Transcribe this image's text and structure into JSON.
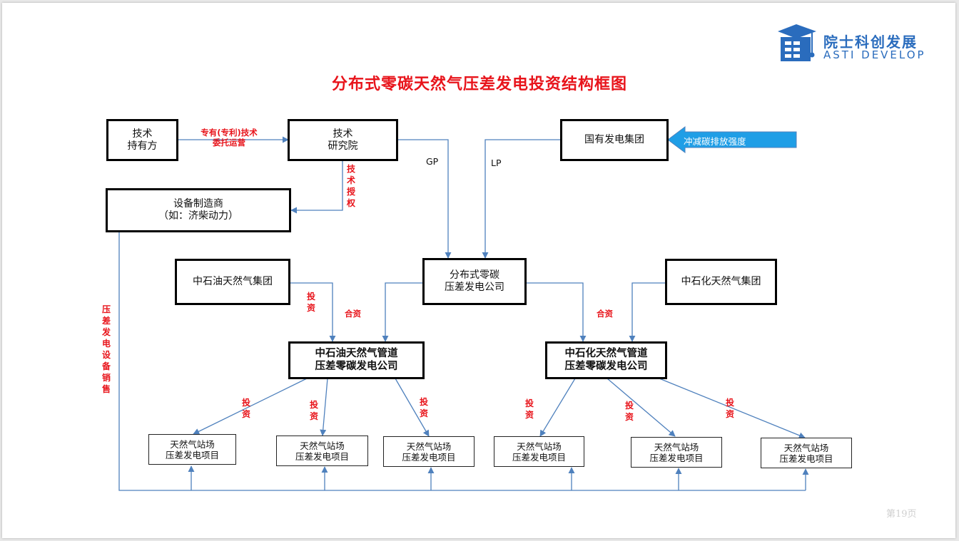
{
  "title": "分布式零碳天然气压差发电投资结构框图",
  "logo": {
    "name_cn": "院士科创发展",
    "name_en": "ASTI DEVELOP",
    "icon": "graduation-cap-building-icon"
  },
  "page_number": "第19页",
  "nodes": {
    "tech_holder": [
      "技术",
      "持有方"
    ],
    "tech_institute": [
      "技术",
      "研究院"
    ],
    "state_power_group": "国有发电集团",
    "equipment_maker": [
      "设备制造商",
      "（如：济柴动力）"
    ],
    "distributed_company": [
      "分布式零碳",
      "压差发电公司"
    ],
    "cnpc_group": "中石油天然气集团",
    "sinopec_group": "中石化天然气集团",
    "cnpc_pipeline_company": [
      "中石油天然气管道",
      "压差零碳发电公司"
    ],
    "sinopec_pipeline_company": [
      "中石化天然气管道",
      "压差零碳发电公司"
    ],
    "projects": [
      [
        "天然气站场",
        "压差发电项目"
      ],
      [
        "天然气站场",
        "压差发电项目"
      ],
      [
        "天然气站场",
        "压差发电项目"
      ],
      [
        "天然气站场",
        "压差发电项目"
      ],
      [
        "天然气站场",
        "压差发电项目"
      ],
      [
        "天然气站场",
        "压差发电项目"
      ]
    ]
  },
  "edge_labels": {
    "tech_entrust": [
      "专有(专利)技术",
      "委托运营"
    ],
    "tech_license": "技术授权",
    "gp": "GP",
    "lp": "LP",
    "invest": "投资",
    "jv_left": "合资",
    "jv_right": "合资",
    "equipment_sales": "压差发电设备销售",
    "project_invest": [
      "投资",
      "投资",
      "投资",
      "投资",
      "投资",
      "投资"
    ],
    "carbon_offset": "冲减碳排放强度"
  },
  "colors": {
    "title": "#e8141b",
    "red_label": "#e8141b",
    "line": "#4f81bd",
    "callout_arrow": "#1f9ee6",
    "logo": "#2a6cbd"
  }
}
